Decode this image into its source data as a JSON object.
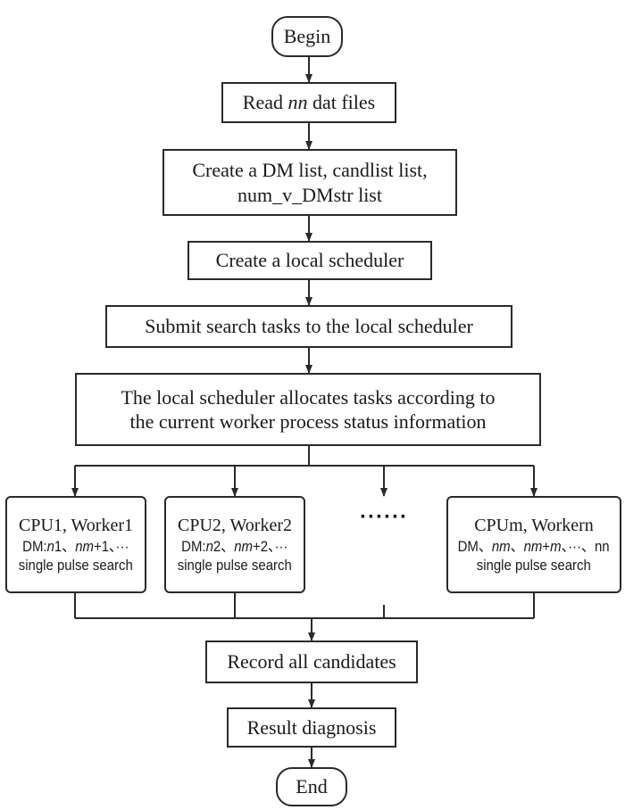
{
  "flow": {
    "begin": "Begin",
    "read_pre": "Read ",
    "read_em": "nn",
    "read_post": " dat files",
    "create_lists_line1": "Create a DM list, candlist list,",
    "create_lists_line2": "num_v_DMstr list",
    "create_scheduler": "Create a local scheduler",
    "submit_tasks": "Submit search tasks to the local scheduler",
    "allocate_line1": "The local scheduler allocates tasks according to",
    "allocate_line2": "the current worker process status information",
    "workers": [
      {
        "title": "CPU1, Worker1",
        "dm_prefix": "DM:",
        "dm_a": "n",
        "dm_b": "1、",
        "dm_c": "nm",
        "dm_d": "+1、···",
        "dm_e": "",
        "dm_f": "",
        "task": "single pulse search"
      },
      {
        "title": "CPU2, Worker2",
        "dm_prefix": "DM:",
        "dm_a": "n",
        "dm_b": "2、",
        "dm_c": "nm",
        "dm_d": "+2、···",
        "dm_e": "",
        "dm_f": "",
        "task": "single pulse search"
      },
      {
        "title": "CPUm, Workern",
        "dm_prefix": "DM、",
        "dm_a": "nm",
        "dm_b": "、",
        "dm_c": "nm",
        "dm_d": "+",
        "dm_e": "m",
        "dm_f": "、···、nn",
        "task": "single pulse search"
      }
    ],
    "ellipsis": "······",
    "record": "Record all candidates",
    "diagnosis": "Result diagnosis",
    "end": "End"
  }
}
